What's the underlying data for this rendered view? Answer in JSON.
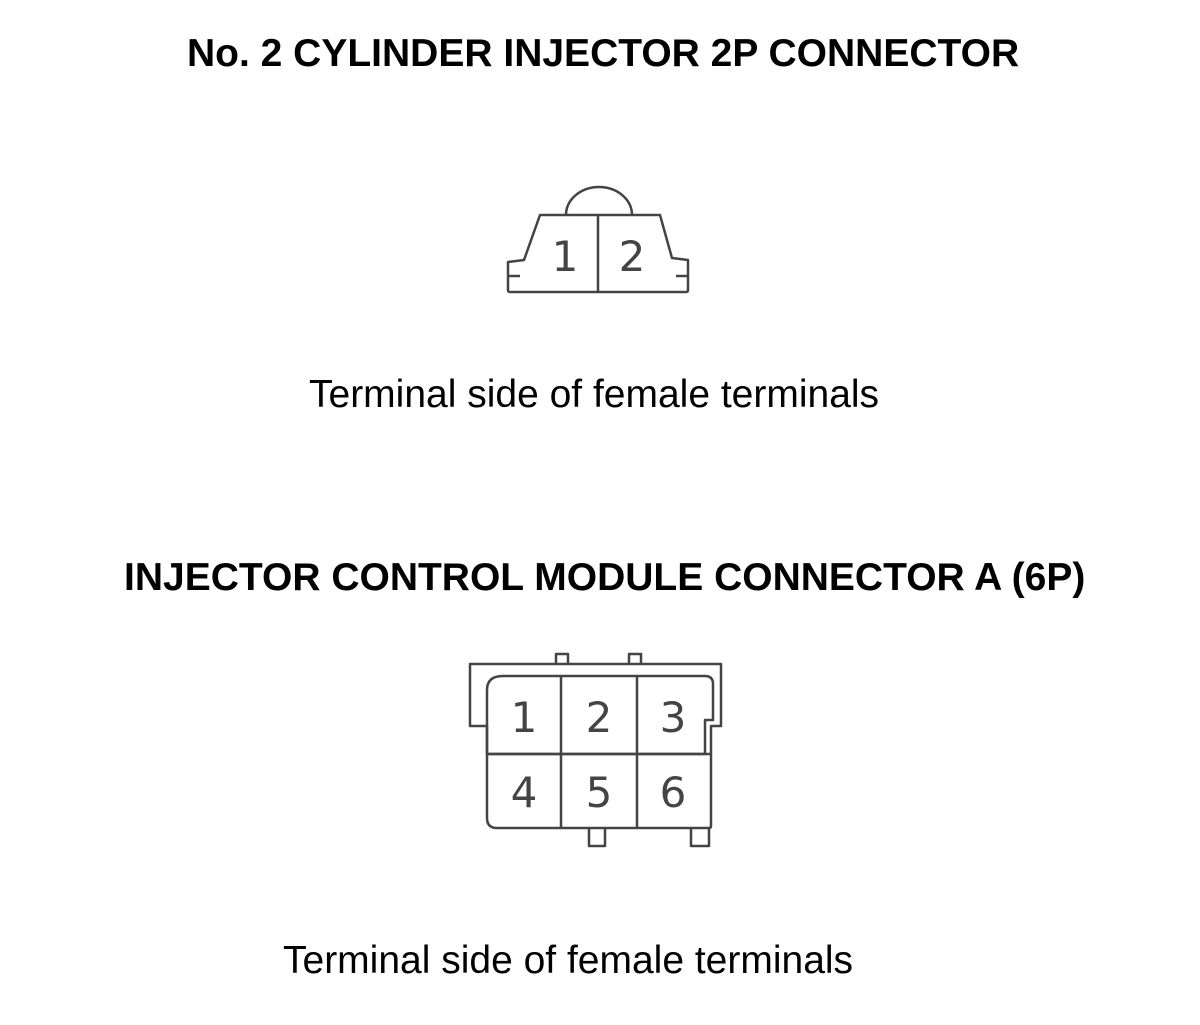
{
  "connectors": [
    {
      "title": "No. 2 CYLINDER INJECTOR 2P CONNECTOR",
      "pins": [
        "1",
        "2"
      ],
      "caption": "Terminal side of female terminals"
    },
    {
      "title": "INJECTOR CONTROL MODULE CONNECTOR A (6P)",
      "pins": [
        "1",
        "2",
        "3",
        "4",
        "5",
        "6"
      ],
      "caption": "Terminal side of female terminals"
    }
  ],
  "colors": {
    "line": "#444444",
    "text": "#000000",
    "background": "#ffffff"
  }
}
